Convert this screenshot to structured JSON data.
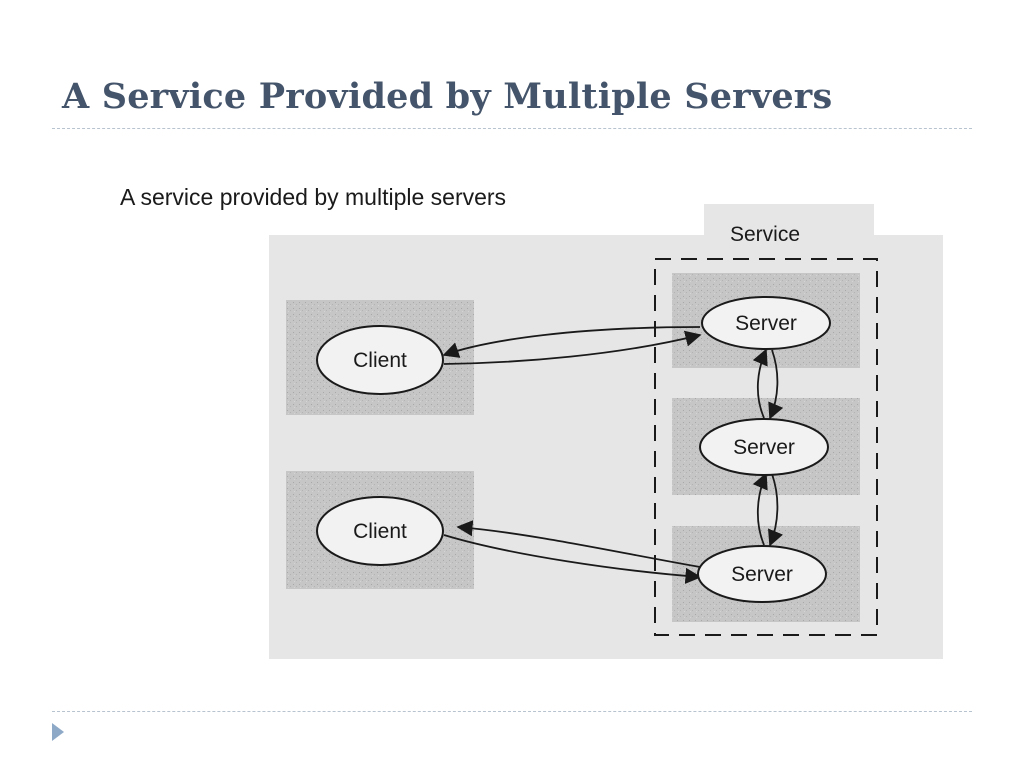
{
  "slide": {
    "title": "A Service Provided by Multiple Servers"
  },
  "figure": {
    "caption": "A service provided by multiple servers",
    "service_label": "Service",
    "clients": [
      {
        "label": "Client"
      },
      {
        "label": "Client"
      }
    ],
    "servers": [
      {
        "label": "Server"
      },
      {
        "label": "Server"
      },
      {
        "label": "Server"
      }
    ]
  },
  "colors": {
    "title": "#44546a",
    "panel": "#e6e6e6",
    "shade": "#c9c9c9",
    "node_fill": "#f2f2f2",
    "stroke": "#1a1a1a",
    "bullet": "#8ea9c8"
  }
}
